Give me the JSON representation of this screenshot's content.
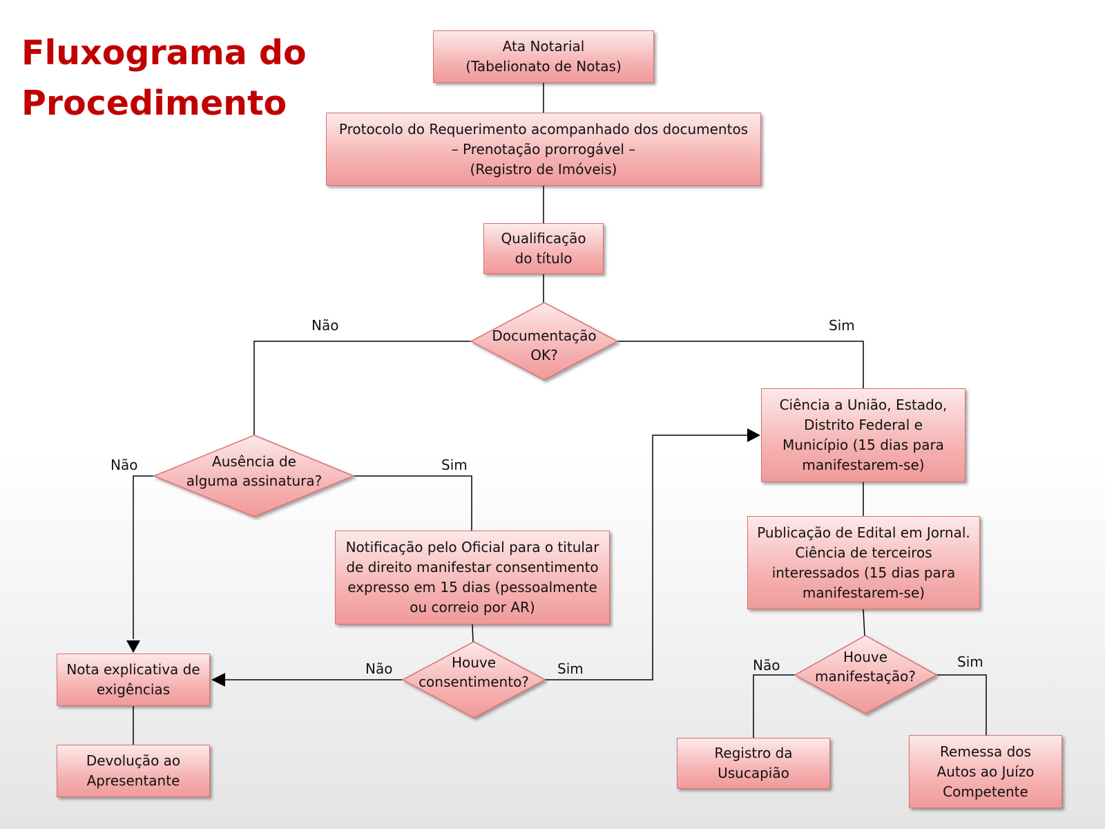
{
  "title": {
    "line1": "Fluxograma do",
    "line2": "Procedimento"
  },
  "nodes": {
    "ata": [
      "Ata Notarial",
      "(Tabelionato de Notas)"
    ],
    "protocolo": [
      "Protocolo do Requerimento acompanhado dos documentos",
      "– Prenotação prorrogável –",
      "(Registro de Imóveis)"
    ],
    "qualificacao": [
      "Qualificação",
      "do título"
    ],
    "documentacao": [
      "Documentação",
      "OK?"
    ],
    "ausencia": [
      "Ausência de",
      "alguma assinatura?"
    ],
    "ciencia": [
      "Ciência a União, Estado,",
      "Distrito Federal e",
      "Município (15 dias para",
      "manifestarem-se)"
    ],
    "notificacao": [
      "Notificação pelo Oficial para o titular",
      "de direito manifestar consentimento",
      "expresso em 15 dias (pessoalmente",
      "ou correio por AR)"
    ],
    "publicacao": [
      "Publicação de Edital em Jornal.",
      "Ciência de terceiros",
      "interessados (15 dias para",
      "manifestarem-se)"
    ],
    "consentimento": [
      "Houve",
      "consentimento?"
    ],
    "manifestacao": [
      "Houve",
      "manifestação?"
    ],
    "nota": [
      "Nota explicativa de",
      "exigências"
    ],
    "devolucao": [
      "Devolução ao",
      "Apresentante"
    ],
    "registro": [
      "Registro da",
      "Usucapião"
    ],
    "remessa": [
      "Remessa dos",
      "Autos ao Juízo",
      "Competente"
    ]
  },
  "labels": {
    "doc_no": "Não",
    "doc_yes": "Sim",
    "aus_no": "Não",
    "aus_yes": "Sim",
    "cons_no": "Não",
    "cons_yes": "Sim",
    "man_no": "Não",
    "man_yes": "Sim"
  },
  "colors": {
    "title": "#c00000",
    "box_fill": "#f5b0b0",
    "box_border": "#d97070",
    "line": "#000000"
  }
}
